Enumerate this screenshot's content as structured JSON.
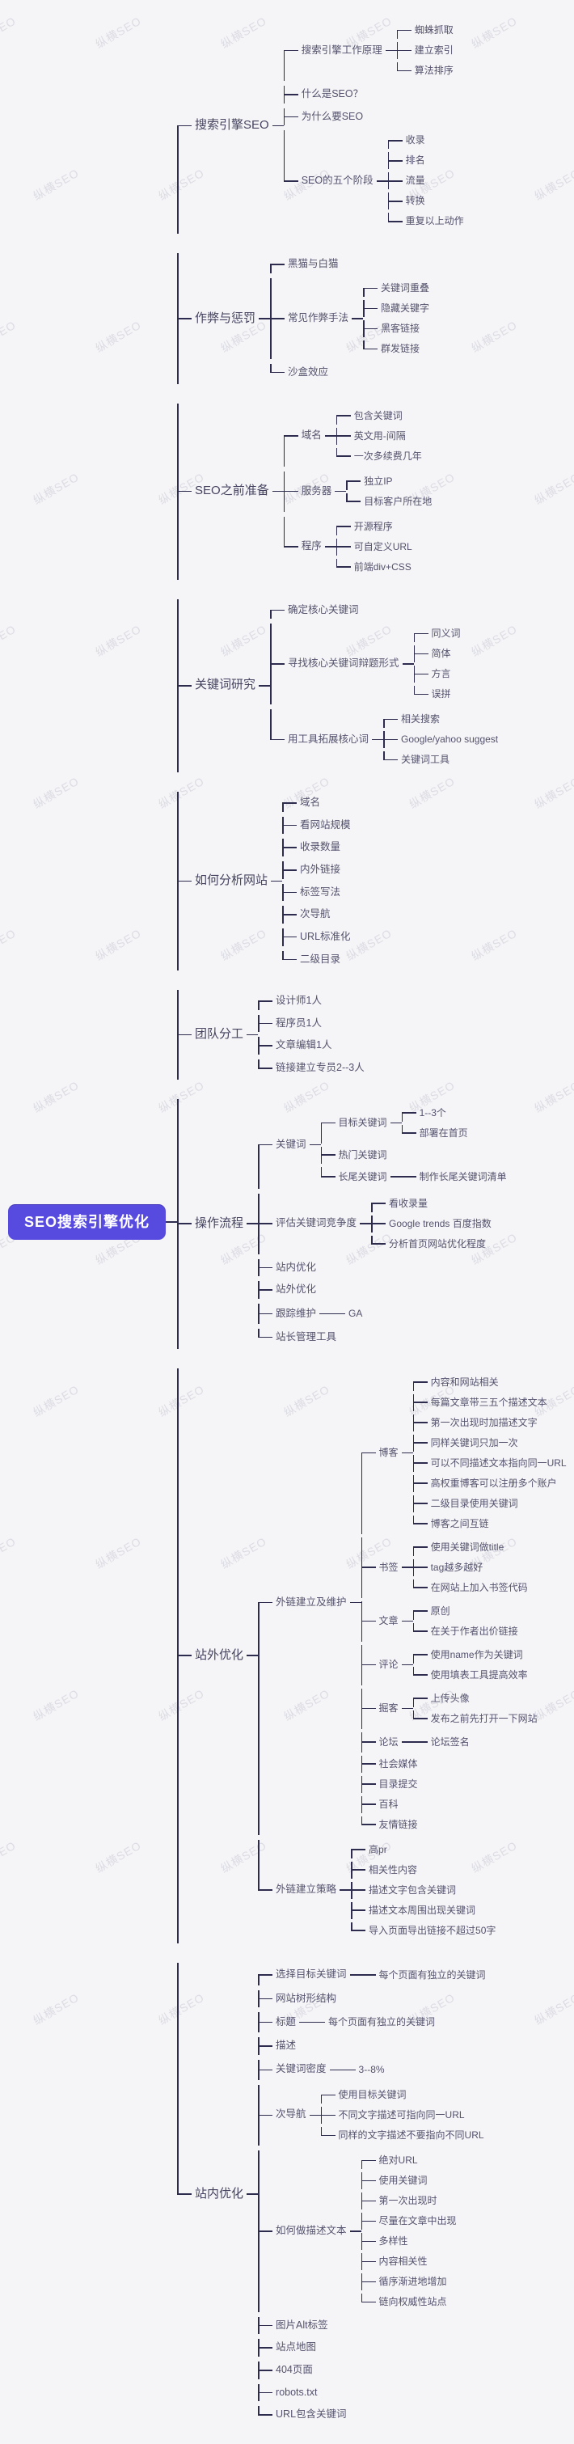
{
  "watermark": {
    "text": "纵横SEO"
  },
  "colors": {
    "background": "#f5f5f7",
    "line": "#2e2c4e",
    "text": "#54526d",
    "root_bg": "#574bdf",
    "root_text": "#ffffff",
    "watermark": "#dcdce4"
  },
  "mindmap": {
    "root": {
      "label": "SEO搜索引擎优化",
      "children": [
        {
          "label": "搜索引擎SEO",
          "children": [
            {
              "label": "搜索引擎工作原理",
              "children": [
                {
                  "label": "蜘蛛抓取"
                },
                {
                  "label": "建立索引"
                },
                {
                  "label": "算法排序"
                }
              ]
            },
            {
              "label": "什么是SEO？"
            },
            {
              "label": "为什么要SEO"
            },
            {
              "label": "SEO的五个阶段",
              "children": [
                {
                  "label": "收录"
                },
                {
                  "label": "排名"
                },
                {
                  "label": "流量"
                },
                {
                  "label": "转换"
                },
                {
                  "label": "重复以上动作"
                }
              ]
            }
          ]
        },
        {
          "label": "作弊与惩罚",
          "children": [
            {
              "label": "黑猫与白猫"
            },
            {
              "label": "常见作弊手法",
              "children": [
                {
                  "label": "关键词重叠"
                },
                {
                  "label": "隐藏关键字"
                },
                {
                  "label": "黑客链接"
                },
                {
                  "label": "群发链接"
                }
              ]
            },
            {
              "label": "沙盒效应"
            }
          ]
        },
        {
          "label": "SEO之前准备",
          "children": [
            {
              "label": "域名",
              "children": [
                {
                  "label": "包含关键词"
                },
                {
                  "label": "英文用-间隔"
                },
                {
                  "label": "一次多续费几年"
                }
              ]
            },
            {
              "label": "服务器",
              "children": [
                {
                  "label": "独立IP"
                },
                {
                  "label": "目标客户所在地"
                }
              ]
            },
            {
              "label": "程序",
              "children": [
                {
                  "label": "开源程序"
                },
                {
                  "label": "可自定义URL"
                },
                {
                  "label": "前端div+CSS"
                }
              ]
            }
          ]
        },
        {
          "label": "关键词研究",
          "children": [
            {
              "label": "确定核心关键词"
            },
            {
              "label": "寻找核心关键词辩题形式",
              "children": [
                {
                  "label": "同义词"
                },
                {
                  "label": "简体"
                },
                {
                  "label": "方言"
                },
                {
                  "label": "误拼"
                }
              ]
            },
            {
              "label": "用工具拓展核心词",
              "children": [
                {
                  "label": "相关搜索"
                },
                {
                  "label": "Google/yahoo suggest"
                },
                {
                  "label": "关键词工具"
                }
              ]
            }
          ]
        },
        {
          "label": "如何分析网站",
          "children": [
            {
              "label": "域名"
            },
            {
              "label": "看网站规模"
            },
            {
              "label": "收录数量"
            },
            {
              "label": "内外链接"
            },
            {
              "label": "标签写法"
            },
            {
              "label": "次导航"
            },
            {
              "label": "URL标准化"
            },
            {
              "label": "二级目录"
            }
          ]
        },
        {
          "label": "团队分工",
          "children": [
            {
              "label": "设计师1人"
            },
            {
              "label": "程序员1人"
            },
            {
              "label": "文章编辑1人"
            },
            {
              "label": "链接建立专员2--3人"
            }
          ]
        },
        {
          "label": "操作流程",
          "children": [
            {
              "label": "关键词",
              "children": [
                {
                  "label": "目标关键词",
                  "children": [
                    {
                      "label": "1--3个"
                    },
                    {
                      "label": "部署在首页"
                    }
                  ]
                },
                {
                  "label": "热门关键词"
                },
                {
                  "label": "长尾关键词",
                  "children": [
                    {
                      "label": "制作长尾关键词清单"
                    }
                  ]
                }
              ]
            },
            {
              "label": "评估关键词竞争度",
              "children": [
                {
                  "label": "看收录量"
                },
                {
                  "label": "Google trends 百度指数"
                },
                {
                  "label": "分析首页网站优化程度"
                }
              ]
            },
            {
              "label": "站内优化"
            },
            {
              "label": "站外优化"
            },
            {
              "label": "跟踪维护",
              "children": [
                {
                  "label": "GA"
                }
              ]
            },
            {
              "label": "站长管理工具"
            }
          ]
        },
        {
          "label": "站外优化",
          "children": [
            {
              "label": "外链建立及维护",
              "children": [
                {
                  "label": "博客",
                  "children": [
                    {
                      "label": "内容和网站相关"
                    },
                    {
                      "label": "每篇文章带三五个描述文本"
                    },
                    {
                      "label": "第一次出现时加描述文字"
                    },
                    {
                      "label": "同样关键词只加一次"
                    },
                    {
                      "label": "可以不同描述文本指向同一URL"
                    },
                    {
                      "label": "高权重博客可以注册多个账户"
                    },
                    {
                      "label": "二级目录使用关键词"
                    },
                    {
                      "label": "博客之间互链"
                    }
                  ]
                },
                {
                  "label": "书签",
                  "children": [
                    {
                      "label": "使用关键词做title"
                    },
                    {
                      "label": "tag越多越好"
                    },
                    {
                      "label": "在网站上加入书签代码"
                    }
                  ]
                },
                {
                  "label": "文章",
                  "children": [
                    {
                      "label": "原创"
                    },
                    {
                      "label": "在关于作者出价链接"
                    }
                  ]
                },
                {
                  "label": "评论",
                  "children": [
                    {
                      "label": "使用name作为关键词"
                    },
                    {
                      "label": "使用填表工具提高效率"
                    }
                  ]
                },
                {
                  "label": "掘客",
                  "children": [
                    {
                      "label": "上传头像"
                    },
                    {
                      "label": "发布之前先打开一下网站"
                    }
                  ]
                },
                {
                  "label": "论坛",
                  "children": [
                    {
                      "label": "论坛签名"
                    }
                  ]
                },
                {
                  "label": "社会媒体"
                },
                {
                  "label": "目录提交"
                },
                {
                  "label": "百科"
                },
                {
                  "label": "友情链接"
                }
              ]
            },
            {
              "label": "外链建立策略",
              "children": [
                {
                  "label": "高pr"
                },
                {
                  "label": "相关性内容"
                },
                {
                  "label": "描述文字包含关键词"
                },
                {
                  "label": "描述文本周围出现关键词"
                },
                {
                  "label": "导入页面导出链接不超过50字"
                }
              ]
            }
          ]
        },
        {
          "label": "站内优化",
          "children": [
            {
              "label": "选择目标关键词",
              "children": [
                {
                  "label": "每个页面有独立的关键词"
                }
              ]
            },
            {
              "label": "网站树形结构"
            },
            {
              "label": "标题",
              "children": [
                {
                  "label": "每个页面有独立的关键词"
                }
              ]
            },
            {
              "label": "描述"
            },
            {
              "label": "关键词密度",
              "children": [
                {
                  "label": "3--8%"
                }
              ]
            },
            {
              "label": "次导航",
              "children": [
                {
                  "label": "使用目标关键词"
                },
                {
                  "label": "不同文字描述可指向同一URL"
                },
                {
                  "label": "同样的文字描述不要指向不同URL"
                }
              ]
            },
            {
              "label": "如何做描述文本",
              "children": [
                {
                  "label": "绝对URL"
                },
                {
                  "label": "使用关键词"
                },
                {
                  "label": "第一次出现时"
                },
                {
                  "label": "尽量在文章中出现"
                },
                {
                  "label": "多样性"
                },
                {
                  "label": "内容相关性"
                },
                {
                  "label": "循序渐进地增加"
                },
                {
                  "label": "链向权威性站点"
                }
              ]
            },
            {
              "label": "图片Alt标签"
            },
            {
              "label": "站点地图"
            },
            {
              "label": "404页面"
            },
            {
              "label": "robots.txt"
            },
            {
              "label": "URL包含关键词"
            }
          ]
        }
      ]
    }
  }
}
